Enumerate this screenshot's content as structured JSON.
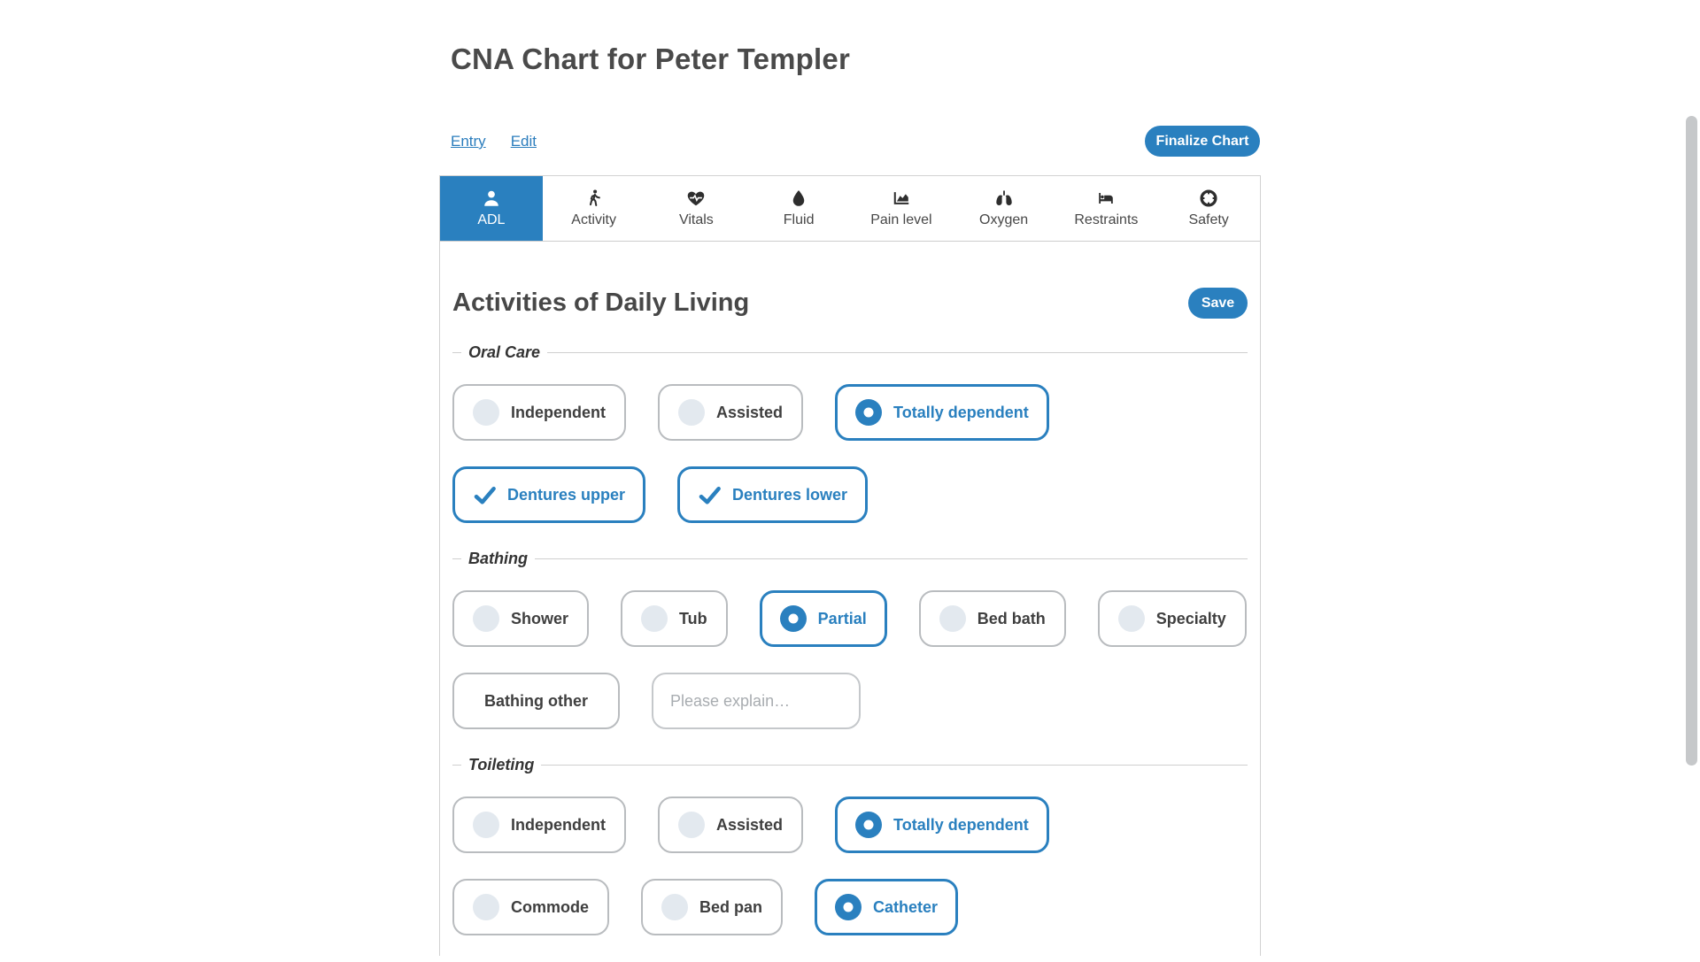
{
  "colors": {
    "accent": "#2a80bf",
    "card_border": "#b9bcbf",
    "radio_idle_fill": "#e3e9ef",
    "heading_text": "#4a4a4a"
  },
  "page": {
    "title": "CNA Chart for Peter Templer"
  },
  "nav": {
    "links": [
      {
        "label": "Entry"
      },
      {
        "label": "Edit"
      }
    ],
    "finalize_label": "Finalize Chart"
  },
  "tabs": [
    {
      "label": "ADL",
      "icon": "user-icon",
      "active": true
    },
    {
      "label": "Activity",
      "icon": "walking-icon",
      "active": false
    },
    {
      "label": "Vitals",
      "icon": "heart-pulse-icon",
      "active": false
    },
    {
      "label": "Fluid",
      "icon": "droplet-icon",
      "active": false
    },
    {
      "label": "Pain level",
      "icon": "area-chart-icon",
      "active": false
    },
    {
      "label": "Oxygen",
      "icon": "lungs-icon",
      "active": false
    },
    {
      "label": "Restraints",
      "icon": "bed-icon",
      "active": false
    },
    {
      "label": "Safety",
      "icon": "life-ring-icon",
      "active": false
    }
  ],
  "adl": {
    "heading": "Activities of Daily Living",
    "save_label": "Save",
    "oral_care": {
      "legend": "Oral Care",
      "level_options": [
        {
          "label": "Independent",
          "selected": false
        },
        {
          "label": "Assisted",
          "selected": false
        },
        {
          "label": "Totally dependent",
          "selected": true
        }
      ],
      "dentures_options": [
        {
          "label": "Dentures upper",
          "checked": true
        },
        {
          "label": "Dentures lower",
          "checked": true
        }
      ]
    },
    "bathing": {
      "legend": "Bathing",
      "options": [
        {
          "label": "Shower",
          "selected": false
        },
        {
          "label": "Tub",
          "selected": false
        },
        {
          "label": "Partial",
          "selected": true
        },
        {
          "label": "Bed bath",
          "selected": false
        },
        {
          "label": "Specialty",
          "selected": false
        }
      ],
      "other_label": "Bathing other",
      "other_placeholder": "Please explain…"
    },
    "toileting": {
      "legend": "Toileting",
      "level_options": [
        {
          "label": "Independent",
          "selected": false
        },
        {
          "label": "Assisted",
          "selected": false
        },
        {
          "label": "Totally dependent",
          "selected": true
        }
      ],
      "method_options": [
        {
          "label": "Commode",
          "selected": false
        },
        {
          "label": "Bed pan",
          "selected": false
        },
        {
          "label": "Catheter",
          "selected": true
        }
      ]
    }
  }
}
